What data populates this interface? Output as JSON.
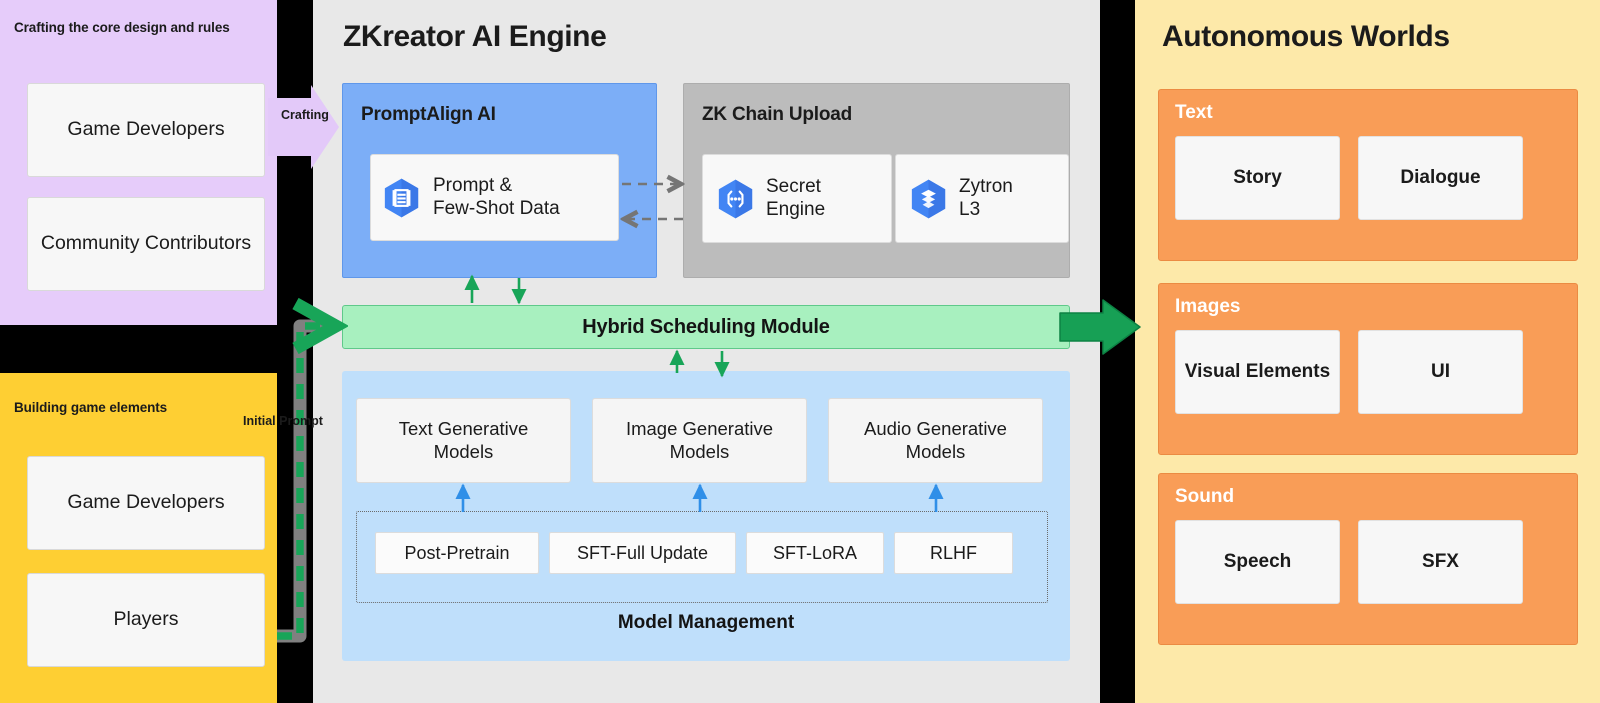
{
  "left_panels": [
    {
      "id": "crafting",
      "caption": "Crafting the core design and rules",
      "bg": "#e6ccfa",
      "cards": [
        "Game Developers",
        "Community Contributors"
      ]
    },
    {
      "id": "building",
      "caption": "Building game elements",
      "bg": "#fecf33",
      "cards": [
        "Game Developers",
        "Players"
      ]
    }
  ],
  "connectors": {
    "crafting_arrow_label": "Crafting",
    "initial_prompt_label": "Initial Prompt",
    "crafting_arrow_color": "#e3c9f9",
    "prompt_line_color": "#18a558",
    "output_arrow_color": "#17a055",
    "dashed_arrow_color": "#757575",
    "blue_arrow_color": "#2f8fe8"
  },
  "engine": {
    "title": "ZKreator AI Engine",
    "bg": "#e8e8e8",
    "promptalign": {
      "title": "PromptAlign AI",
      "bg": "#7caef7",
      "card": {
        "label": "Prompt & Few-Shot Data",
        "line1": "Prompt &",
        "line2": "Few-Shot Data",
        "icon": "prompt-data-hex-icon"
      }
    },
    "zkchain": {
      "title": "ZK Chain Upload",
      "bg": "#bcbcbc",
      "cards": [
        {
          "line1": "Secret",
          "line2": "Engine",
          "label": "Secret Engine",
          "icon": "secret-engine-hex-icon"
        },
        {
          "line1": "Zytron",
          "line2": "L3",
          "label": "Zytron L3",
          "icon": "zytron-layers-hex-icon"
        }
      ]
    },
    "hybrid": {
      "label": "Hybrid Scheduling Module",
      "bg": "#a8f0bf"
    },
    "generative": {
      "bg": "#bfdffb",
      "models": [
        {
          "line1": "Text Generative",
          "line2": "Models",
          "label": "Text Generative Models"
        },
        {
          "line1": "Image Generative",
          "line2": "Models",
          "label": "Image Generative Models"
        },
        {
          "line1": "Audio Generative",
          "line2": "Models",
          "label": "Audio Generative Models"
        }
      ],
      "model_management": {
        "caption": "Model Management",
        "chips": [
          "Post-Pretrain",
          "SFT-Full Update",
          "SFT-LoRA",
          "RLHF"
        ]
      }
    }
  },
  "worlds": {
    "title": "Autonomous Worlds",
    "bg": "#fde9a9",
    "group_bg": "#f99d57",
    "groups": [
      {
        "title": "Text",
        "cards": [
          "Story",
          "Dialogue"
        ]
      },
      {
        "title": "Images",
        "cards": [
          "Visual Elements",
          "UI"
        ]
      },
      {
        "title": "Sound",
        "cards": [
          "Speech",
          "SFX"
        ]
      }
    ]
  }
}
